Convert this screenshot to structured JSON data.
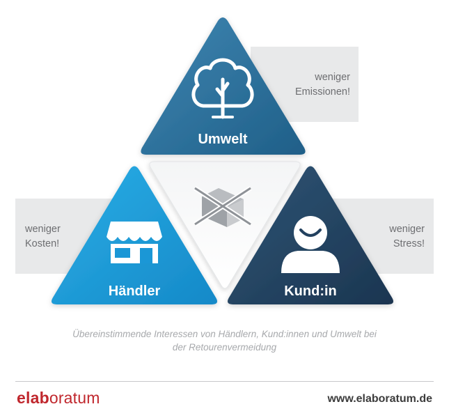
{
  "diagram": {
    "top": {
      "label": "Umwelt",
      "note_line1": "weniger",
      "note_line2": "Emissionen!",
      "icon": "tree-icon"
    },
    "left": {
      "label": "Händler",
      "note_line1": "weniger",
      "note_line2": "Kosten!",
      "icon": "store-icon"
    },
    "right": {
      "label": "Kund:in",
      "note_line1": "weniger",
      "note_line2": "Stress!",
      "icon": "person-icon"
    },
    "center": {
      "icon": "crossed-out-package-icon"
    },
    "caption_line1": "Übereinstimmende Interessen von Händlern, Kund:innen und Umwelt bei",
    "caption_line2": "der Retourenvermeidung"
  },
  "footer": {
    "brand_part1": "elab",
    "brand_part2": "oratum",
    "url": "www.elaboratum.de"
  },
  "colors": {
    "top_triangle": "#2b6e98",
    "left_triangle": "#1fa0dc",
    "right_triangle": "#23415f",
    "note_box": "#e8e9ea",
    "brand": "#c0272d",
    "caption": "#a7a9ac"
  }
}
